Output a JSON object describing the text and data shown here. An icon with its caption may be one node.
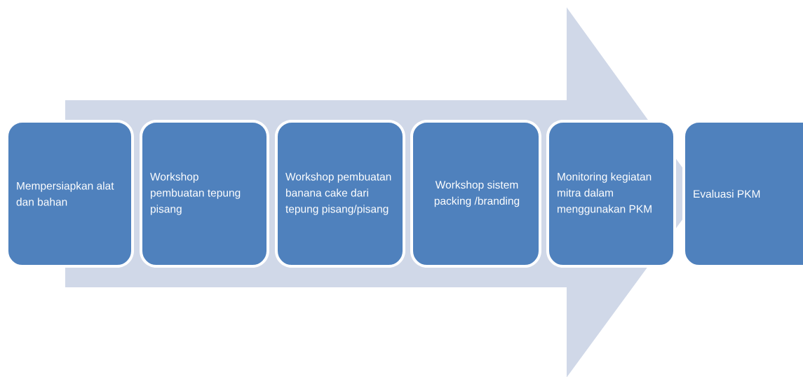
{
  "diagram": {
    "nodes": [
      {
        "text": [
          "Mempersiapkan alat dan bahan"
        ]
      },
      {
        "text": [
          "Workshop pembuatan tepung pisang"
        ]
      },
      {
        "text": [
          "Workshop pembuatan banana cake dari tepung pisang/pisang"
        ]
      },
      {
        "text": [
          "Workshop sistem packing /branding"
        ]
      },
      {
        "text": [
          "Monitoring kegiatan mitra dalam menggunakan PKM"
        ]
      },
      {
        "text": [
          "Evaluasi PKM"
        ]
      }
    ],
    "edges": [
      {
        "from": 0,
        "to": 5,
        "arrow": "to"
      }
    ]
  }
}
